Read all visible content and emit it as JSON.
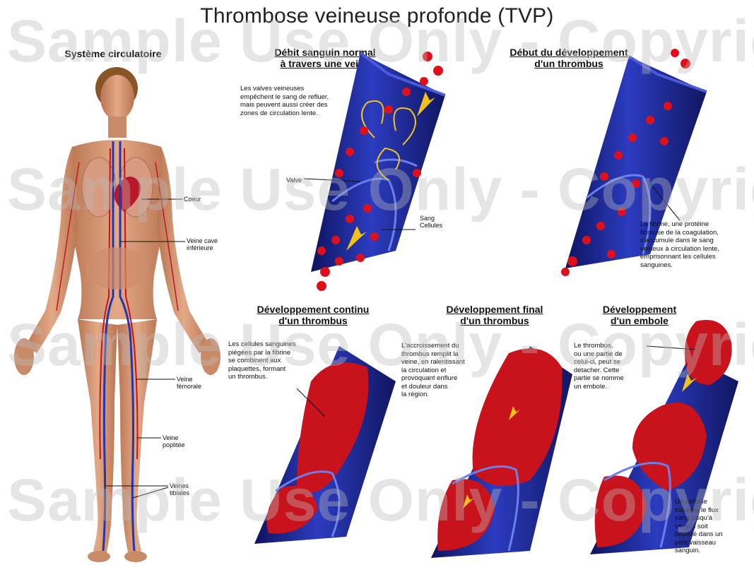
{
  "title": "Thrombose veineuse profonde (TVP)",
  "watermark": "Sample Use Only - Copyrighted",
  "body_panel": {
    "heading": "Système circulatoire",
    "labels": {
      "coeur": "Coeur",
      "veine_cave": [
        "Veine cave",
        "inférieure"
      ],
      "veine_femorale": [
        "Veine",
        "fémorale"
      ],
      "veine_poplitee": [
        "Veine",
        "poplitée"
      ],
      "veines_tibiales": [
        "Veines",
        "tibiales"
      ]
    }
  },
  "panels": [
    {
      "heading": [
        "Débit sanguin normal",
        "à travers une veine"
      ],
      "text": [
        "Les valves veineuses",
        "empêchent le sang de refluer,",
        "mais peuvent aussi créer des",
        "zones de circulation lente."
      ],
      "labels": {
        "valve": "Valve",
        "sang": "Sang",
        "cellules": "Cellules"
      }
    },
    {
      "heading": [
        "Début du développement",
        "d'un thrombus"
      ],
      "text": [
        "La fibrine, une protéine",
        "fibreuse de la coagulation,",
        "s'accumule dans le sang",
        "veineux à circulation lente,",
        "emprisonnant les cellules",
        "sanguines."
      ]
    },
    {
      "heading": [
        "Développement continu",
        "d'un thrombus"
      ],
      "text": [
        "Les cellules sanguines",
        "piégées par la fibrine",
        "se combinent aux",
        "plaquettes, formant",
        "un thrombus."
      ]
    },
    {
      "heading": [
        "Développement final",
        "d'un thrombus"
      ],
      "text": [
        "L'accroissement du",
        "thrombus remplit la",
        "veine, en ralentissant",
        "la circulation et",
        "provoquant enflure",
        "et douleur dans",
        "la région."
      ]
    },
    {
      "heading": [
        "Développement",
        "d'un embole"
      ],
      "text": [
        "Le thrombus,",
        "ou une partie de",
        "celui-ci, peut se",
        "détacher. Cette",
        "partie se nomme",
        "un embole."
      ],
      "text2": [
        "Un embole",
        "traverse le flux",
        "sang jusqu'à",
        "ce qu'il soit",
        "déposé dans un",
        "petit vaisseau",
        "sanguin."
      ]
    }
  ],
  "colors": {
    "vein_dark": "#141a6e",
    "vein_mid": "#2a36b8",
    "vein_light": "#5a6ee0",
    "blood": "#e0101a",
    "clot": "#c8121c",
    "arrow": "#f2c21a",
    "skin": "#d99a78"
  }
}
